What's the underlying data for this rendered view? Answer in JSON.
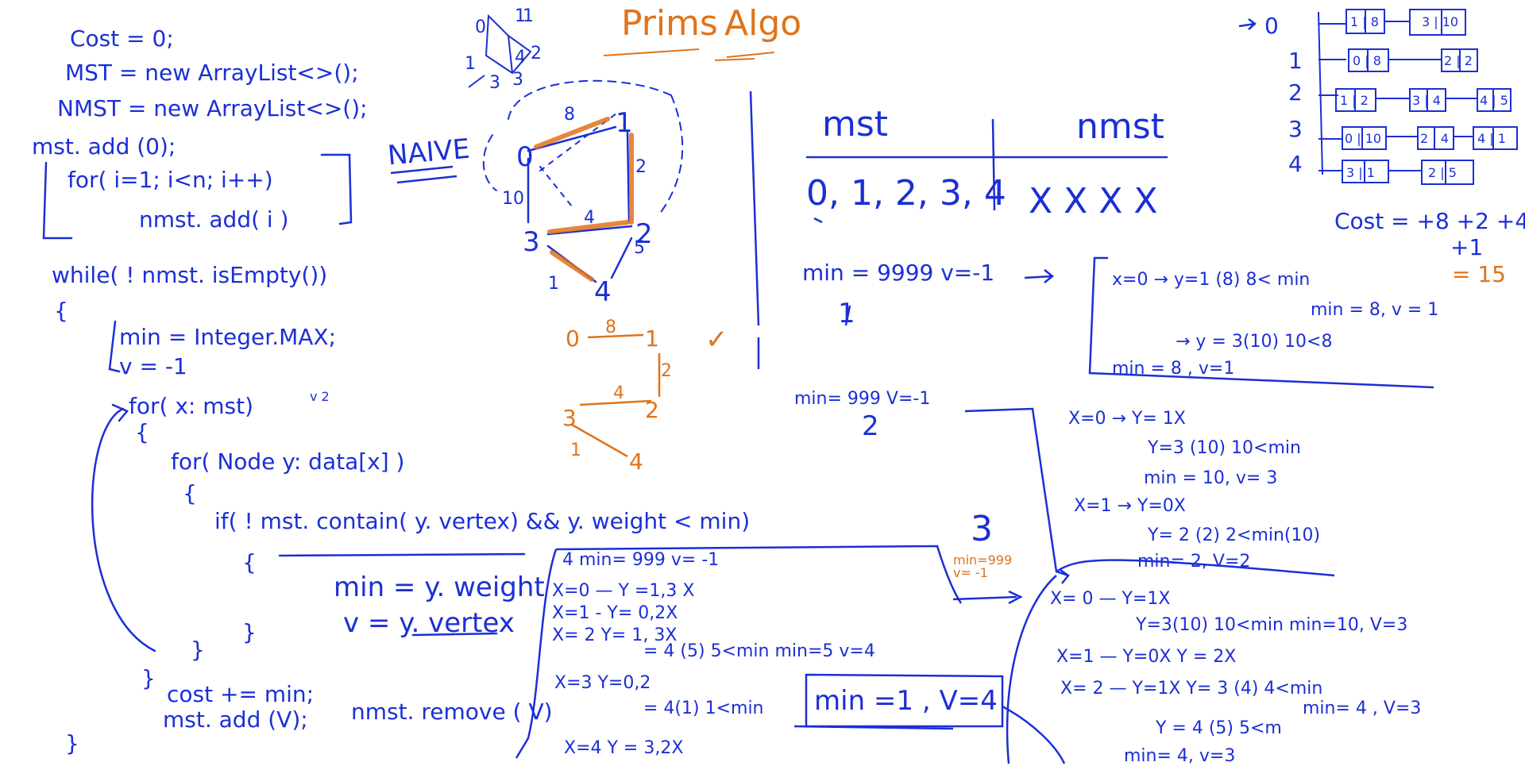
{
  "colors": {
    "ink_blue": "#1b2fd6",
    "ink_orange": "#e0731a",
    "background": "#ffffff"
  },
  "title": {
    "word1": "Prims",
    "word2": "Algo"
  },
  "naive_label": "NAIVE",
  "code": {
    "cost_init": "Cost = 0;",
    "mst_init": "MST = new ArrayList<>();",
    "nmst_init": "NMST = new ArrayList<>();",
    "mst_add0": "mst. add (0);",
    "for_loop": "for( i=1; i<n; i++)",
    "nmst_add": "nmst. add( i )",
    "while": "while( ! nmst. isEmpty())",
    "open_brace": "{",
    "min_init": "min = Integer.MAX;",
    "v_init": "v = -1",
    "for_x": "for( x: mst)",
    "for_x_note": "v 2",
    "open_brace2": "{",
    "for_y": "for( Node y: data[x] )",
    "open_brace3": "{",
    "if_cond": "if( ! mst. contain( y. vertex) && y. weight < min)",
    "open_brace4": "{",
    "min_assign": "min = y. weight",
    "v_assign": "v = y. vertex",
    "close4": "}",
    "close3": "}",
    "close2": "}",
    "cost_add": "cost += min;",
    "mst_add_v": "mst. add (V);",
    "nmst_remove": "nmst. remove ( V)",
    "close_all": "}"
  },
  "graph": {
    "vertices": [
      "0",
      "1",
      "2",
      "3",
      "4"
    ],
    "edge_labels": [
      "8",
      "2",
      "10",
      "4",
      "5",
      "1"
    ],
    "edges": [
      {
        "from": "0",
        "to": "1",
        "weight": "8",
        "in_mst": true
      },
      {
        "from": "1",
        "to": "2",
        "weight": "2",
        "in_mst": true
      },
      {
        "from": "0",
        "to": "3",
        "weight": "10",
        "in_mst": false
      },
      {
        "from": "3",
        "to": "2",
        "weight": "4",
        "in_mst": true
      },
      {
        "from": "2",
        "to": "4",
        "weight": "5",
        "in_mst": false
      },
      {
        "from": "3",
        "to": "4",
        "weight": "1",
        "in_mst": true
      }
    ],
    "small_sketch": [
      "0",
      "1",
      "1",
      "2",
      "1",
      "3",
      "3",
      "4"
    ]
  },
  "mst_result": {
    "labels": [
      "0",
      "8",
      "1",
      "2",
      "4",
      "2",
      "3",
      "1",
      "4"
    ],
    "check": "✓"
  },
  "table": {
    "col_mst": "mst",
    "col_nmst": "nmst",
    "mst_values": "0, 1, 2, 3, 4",
    "nmst_values": "X X X X"
  },
  "iter1": {
    "header": "min = 9999 v=-1",
    "step": "1",
    "lines": [
      "x=0 → y=1 (8)   8< min",
      "min = 8,   v = 1",
      "→ y = 3(10)   10<8",
      "min = 8 , v=1"
    ]
  },
  "iter2": {
    "header": "min= 999   V=-1",
    "step": "2",
    "lines": [
      "X=0 → Y= 1X",
      "Y=3 (10)   10<min",
      "min = 10, v= 3",
      "X=1 → Y=0X",
      "Y= 2 (2)   2<min(10)",
      "min= 2,  V=2"
    ]
  },
  "iter3": {
    "step": "3",
    "header_small": "min=999\nv= -1",
    "lines": [
      "X= 0 — Y=1X",
      "Y=3(10)  10<min   min=10, V=3",
      "X=1  — Y=0X   Y = 2X",
      "X= 2  — Y=1X  Y= 3 (4)  4<min",
      "min= 4 , V=3",
      "Y = 4 (5)  5<m",
      "min= 4,   v=3"
    ]
  },
  "iter4": {
    "header": "4   min= 999     v= -1",
    "lines": [
      "X=0  — Y =1,3 X",
      "X=1  - Y= 0,2X",
      "X= 2     Y= 1, 3X",
      "= 4 (5)    5<min    min=5     v=4",
      "X=3     Y=0,2",
      "= 4(1)    1<min",
      "X=4     Y = 3,2X"
    ],
    "result": "min =1   , V=4"
  },
  "adjacency": {
    "rows": [
      {
        "vertex": "0",
        "nodes": [
          "1 | 8",
          "3 | 10"
        ]
      },
      {
        "vertex": "1",
        "nodes": [
          "0 | 8",
          "2 | 2"
        ]
      },
      {
        "vertex": "2",
        "nodes": [
          "1 | 2",
          "3 | 4",
          "4 | 5"
        ]
      },
      {
        "vertex": "3",
        "nodes": [
          "0 | 10",
          "2 | 4",
          "4 | 1"
        ]
      },
      {
        "vertex": "4",
        "nodes": [
          "3 | 1",
          "2 | 5"
        ]
      }
    ],
    "cost_line": "Cost = +8 +2 +4",
    "cost_plus": "+1",
    "cost_total": "= 15"
  }
}
